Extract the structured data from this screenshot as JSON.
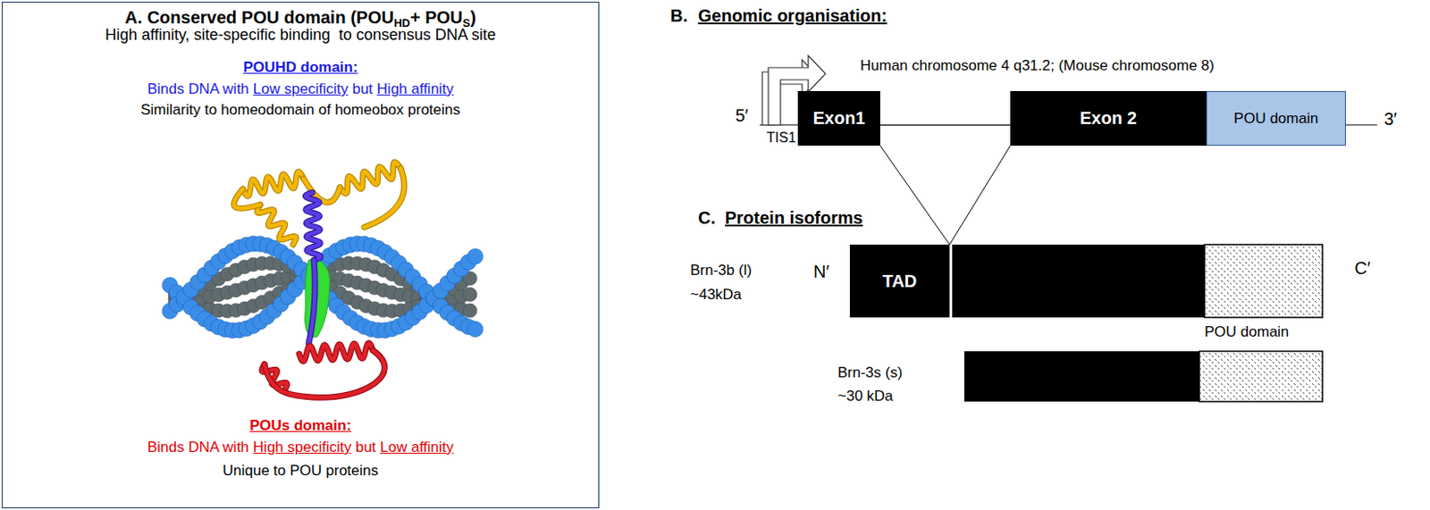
{
  "diagram": {
    "nodes": [
      {
        "text": [
          "A. Conserved POU domain (POU",
          "HD",
          "+ POU",
          "S",
          ")",
          "High affinity, site-specific binding  to consensus DNA site",
          "POUHD domain:",
          "Binds DNA with",
          "Low specificity",
          "but",
          "High affinity",
          "Similarity to homeodomain of homeobox proteins",
          "POUs domain:",
          "Binds DNA with",
          "High specificity",
          "but",
          "Low affinity",
          "Unique to POU proteins"
        ]
      },
      {
        "text": [
          "Exon1"
        ]
      },
      {
        "text": [
          "Exon 2"
        ]
      },
      {
        "text": [
          "POU domain"
        ]
      },
      {
        "text": [
          "TAD"
        ]
      }
    ],
    "edges": [
      {
        "from": 1,
        "to": 2,
        "arrow": "none"
      },
      {
        "from": 1,
        "to": 4,
        "arrow": "none"
      },
      {
        "from": 2,
        "to": 4,
        "arrow": "none"
      }
    ],
    "labels": [
      "B.",
      "Genomic organisation:",
      "Human chromosome 4 q31.2; (Mouse chromosome 8)",
      "5′",
      "TIS1",
      "3′",
      "C.",
      "Protein isoforms",
      "Brn-3b (l)",
      "~43kDa",
      "N′",
      "C′",
      "POU domain",
      "Brn-3s (s)",
      "~30 kDa"
    ]
  }
}
